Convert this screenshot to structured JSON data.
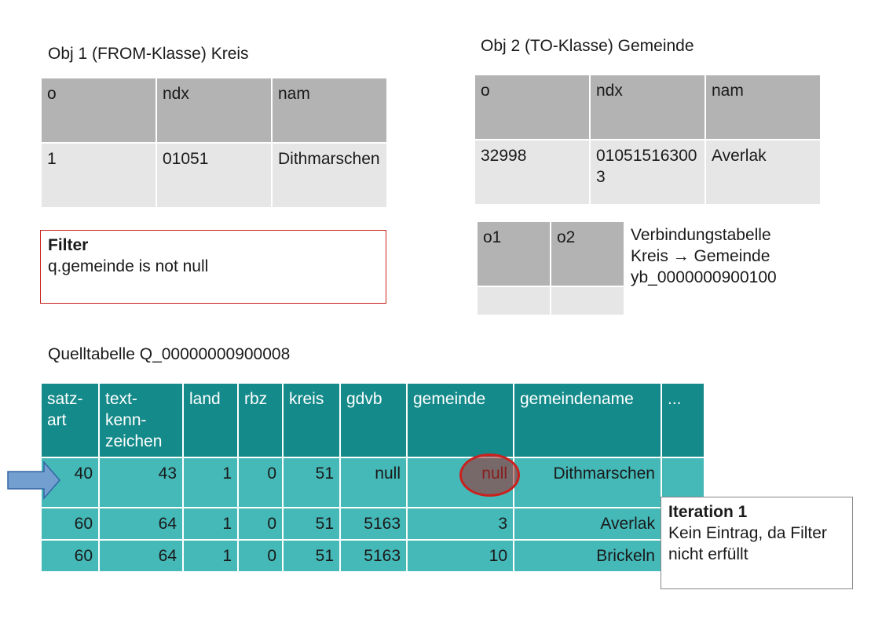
{
  "obj1": {
    "title": "Obj 1 (FROM-Klasse) Kreis",
    "headers": [
      "o",
      "ndx",
      "nam"
    ],
    "row": [
      "1",
      "01051",
      "Dithmarschen"
    ]
  },
  "obj2": {
    "title": "Obj 2 (TO-Klasse) Gemeinde",
    "headers": [
      "o",
      "ndx",
      "nam"
    ],
    "row": [
      "32998",
      "010515163003",
      "Averlak"
    ]
  },
  "filter": {
    "title": "Filter",
    "condition": "q.gemeinde is not null"
  },
  "verbindung": {
    "headers": [
      "o1",
      "o2"
    ],
    "line1": "Verbindungstabelle",
    "line2": "Kreis → Gemeinde",
    "line3": "yb_0000000900100"
  },
  "source": {
    "title": "Quelltabelle Q_00000000900008",
    "headers": [
      "satz-art",
      "text-kenn-zeichen",
      "land",
      "rbz",
      "kreis",
      "gdvb",
      "gemeinde",
      "gemeindename",
      "..."
    ],
    "rows": [
      [
        "40",
        "43",
        "1",
        "0",
        "51",
        "null",
        "null",
        "Dithmarschen",
        ""
      ],
      [
        "60",
        "64",
        "1",
        "0",
        "51",
        "5163",
        "3",
        "Averlak"
      ],
      [
        "60",
        "64",
        "1",
        "0",
        "51",
        "5163",
        "10",
        "Brickeln"
      ]
    ]
  },
  "iteration": {
    "title": "Iteration 1",
    "text": "Kein Eintrag, da Filter nicht erfüllt"
  },
  "colors": {
    "header_teal": "#158a8a",
    "cell_teal": "#45b8b8",
    "header_grey": "#b3b3b3",
    "cell_grey": "#e6e6e6",
    "filter_border": "#c9211e",
    "highlight": "#c9211e",
    "arrow": "#729fcf"
  }
}
